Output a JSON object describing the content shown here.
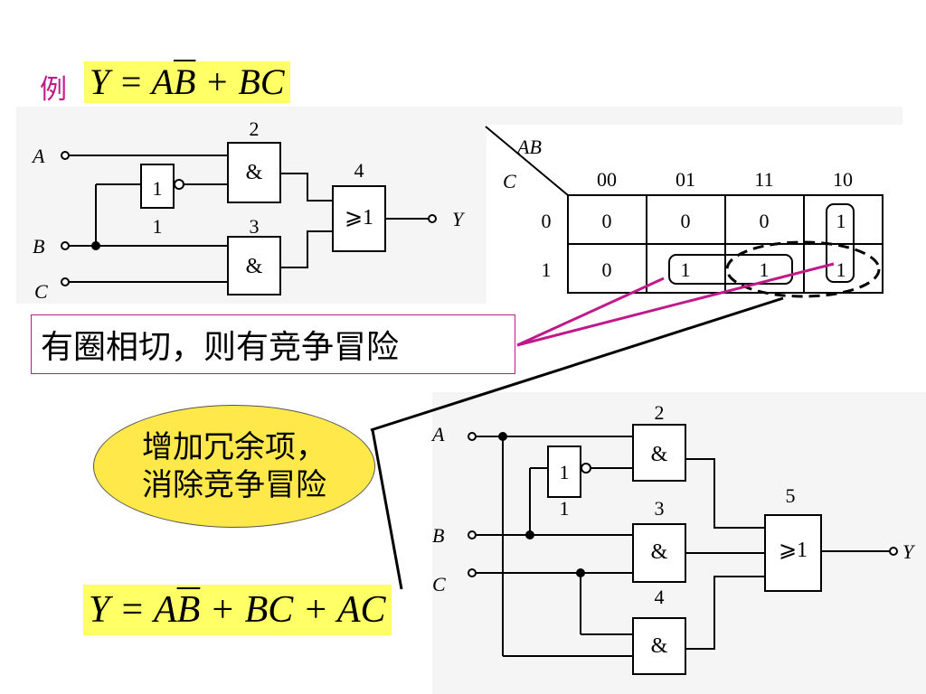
{
  "title": {
    "prefix": "例",
    "formula_parts": [
      "Y = A",
      "B",
      " + BC"
    ]
  },
  "circuit1": {
    "inputs": [
      "A",
      "B",
      "C"
    ],
    "output": "Y",
    "not_gate": {
      "symbol": "1",
      "number": "1"
    },
    "and_gate_2": {
      "symbol": "&",
      "number": "2"
    },
    "and_gate_3": {
      "symbol": "&",
      "number": "3"
    },
    "or_gate_4": {
      "symbol": "⩾1",
      "number": "4"
    }
  },
  "kmap": {
    "col_var": "AB",
    "row_var": "C",
    "col_headers": [
      "00",
      "01",
      "11",
      "10"
    ],
    "row_headers": [
      "0",
      "1"
    ],
    "cells": [
      [
        "0",
        "0",
        "0",
        "1"
      ],
      [
        "0",
        "1",
        "1",
        "1"
      ]
    ]
  },
  "note": "有圈相切，则有竞争冒险",
  "callout": {
    "line1": "增加冗余项，",
    "line2": "消除竞争冒险"
  },
  "formula2_parts": [
    "Y = A",
    "B",
    " + BC + AC"
  ],
  "circuit2": {
    "inputs": [
      "A",
      "B",
      "C"
    ],
    "output": "Y",
    "not_gate": {
      "symbol": "1",
      "number": "1"
    },
    "and_gate_2": {
      "symbol": "&",
      "number": "2"
    },
    "and_gate_3": {
      "symbol": "&",
      "number": "3"
    },
    "and_gate_4": {
      "symbol": "&",
      "number": "4"
    },
    "or_gate_5": {
      "symbol": "⩾1",
      "number": "5"
    }
  },
  "colors": {
    "highlight": "#ffff66",
    "magenta": "#c0198a",
    "callout_fill": "#ffe84a",
    "panel": "#f5f5f5"
  }
}
